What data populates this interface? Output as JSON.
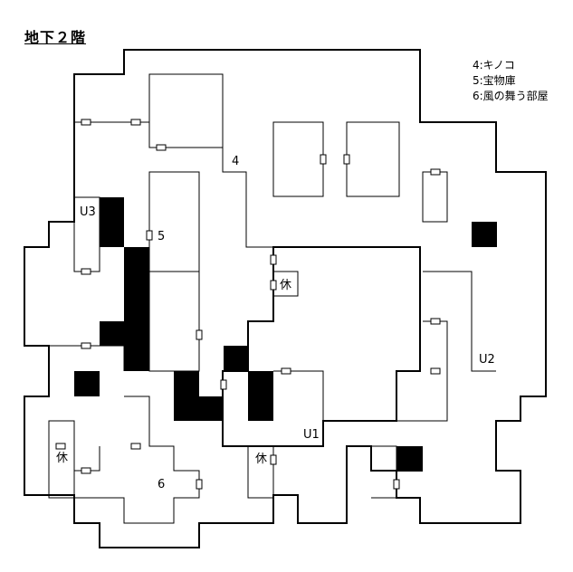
{
  "title": "地下２階",
  "legend": [
    "4:キノコ",
    "5:宝物庫",
    "6:風の舞う部屋"
  ],
  "labels": {
    "room4": "4",
    "room5": "5",
    "room6": "6",
    "u1": "U1",
    "u2": "U2",
    "u3": "U3",
    "rest1": "休",
    "rest2": "休",
    "rest3": "休"
  }
}
